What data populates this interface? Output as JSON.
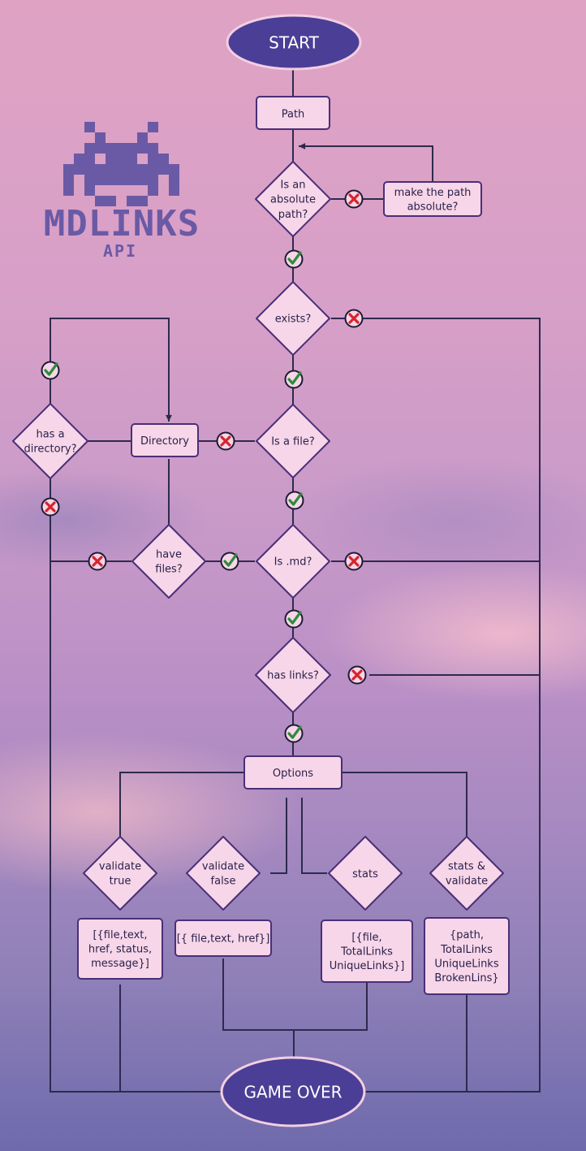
{
  "logo": {
    "title": "MDLINKS",
    "subtitle": "API",
    "color": "#6a5aa6",
    "icon": "space-invader-icon"
  },
  "colors": {
    "node_fill": "#f6d6e8",
    "node_stroke": "#4a2f78",
    "terminal_fill": "#4b3e96",
    "terminal_stroke": "#f3cfe2",
    "line": "#2e2a4e",
    "yes": "#2e8b3a",
    "no": "#d8232a"
  },
  "nodes": {
    "start": "START",
    "path": "Path",
    "is_absolute": [
      "Is an",
      "absolute",
      "path?"
    ],
    "make_absolute": [
      "make the path",
      "absolute?"
    ],
    "exists": [
      "exists?"
    ],
    "is_file": [
      "Is a file?"
    ],
    "directory": "Directory",
    "has_directory": [
      "has a",
      "directory?"
    ],
    "have_files": [
      "have",
      "files?"
    ],
    "is_md": [
      "Is .md?"
    ],
    "has_links": [
      "has links?"
    ],
    "options": "Options",
    "validate_true": [
      "validate",
      "true"
    ],
    "validate_false": [
      "validate",
      "false"
    ],
    "stats": [
      "stats"
    ],
    "stats_validate": [
      "stats &",
      "validate"
    ],
    "out_validate_true": [
      "[{file,text,",
      "href, status,",
      "message}]"
    ],
    "out_validate_false": [
      "[{ file,text, href}]"
    ],
    "out_stats": [
      "[{file,",
      "TotalLinks",
      "UniqueLinks}]"
    ],
    "out_stats_validate": [
      "{path,",
      "TotalLinks",
      "UniqueLinks",
      "BrokenLins}"
    ],
    "game_over": "GAME OVER"
  },
  "markers": {
    "yes": "check-icon",
    "no": "cross-icon"
  }
}
